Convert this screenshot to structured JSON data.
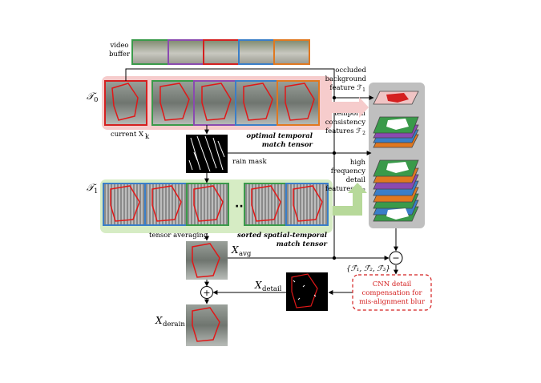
{
  "labels": {
    "video_buffer_1": "video",
    "video_buffer_2": "buffer",
    "t0": "𝒯",
    "t0_sub": "0",
    "t1": "𝒯",
    "t1_sub": "1",
    "current_xk": "current X",
    "current_xk_sub": "k",
    "optimal_1": "optimal temporal",
    "optimal_2": "match tensor",
    "rain_mask": "rain mask",
    "sorted_1": "sorted spatial-temporal",
    "sorted_2": "match tensor",
    "tensor_averaging": "tensor averaging",
    "x_avg": "X",
    "x_avg_sub": "avg",
    "x_detail": "X",
    "x_detail_sub": "detail",
    "x_derain": "X",
    "x_derain_sub": "derain",
    "occluded_1": "occluded",
    "occluded_2": "background",
    "occluded_3": "feature ℱ",
    "occluded_sub": "1",
    "temporal_1": "temporal",
    "temporal_2": "consistency",
    "temporal_3": "features ℱ",
    "temporal_sub": "2",
    "high_1": "high",
    "high_2": "frequency",
    "high_3": "detail",
    "high_4": "features ℱ",
    "high_sub": "3",
    "feature_set": "{ℱ̂₁, ℱ̂₂, ℱ̂₃}",
    "cnn_1": "CNN detail",
    "cnn_2": "compensation for",
    "cnn_3": "mis-alignment blur",
    "minus": "−",
    "plus": "+"
  },
  "colors": {
    "green": "#3a9a4a",
    "purple": "#8a4ab0",
    "red": "#d42020",
    "blue": "#3a7ec8",
    "orange": "#e07820",
    "pink_bg": "#f6cccc",
    "green_bg": "#d6ecc4",
    "gray_panel": "#bfbfbf"
  },
  "icons": {
    "plus_node": "plus-circle-icon",
    "minus_node": "minus-circle-icon"
  }
}
